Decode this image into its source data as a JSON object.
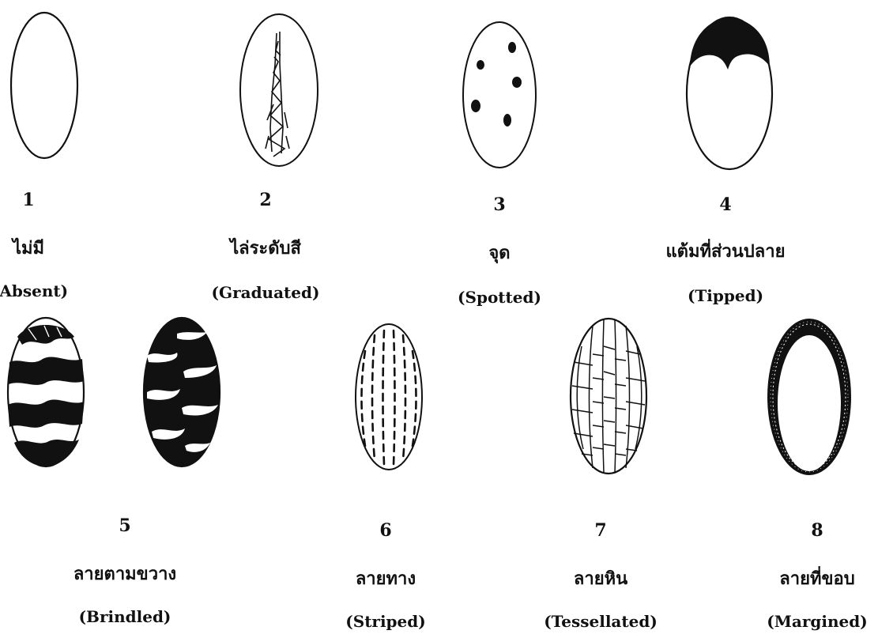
{
  "items": [
    {
      "number": "1",
      "thai": "ไม่มี",
      "english": "(Absent)"
    },
    {
      "number": "2",
      "thai": "ไล่ระดับสี",
      "english": "(Graduated)"
    },
    {
      "number": "3",
      "thai": "จุด",
      "english": "(Spotted)"
    },
    {
      "number": "4",
      "thai": "แต้มที่ส่วนปลาย",
      "english": "(Tipped)"
    },
    {
      "number": "5",
      "thai": "ลายตามขวาง",
      "english": "(Brindled)"
    },
    {
      "number": "6",
      "thai": "ลายทาง",
      "english": "(Striped)"
    },
    {
      "number": "7",
      "thai": "ลายหิน",
      "english": "(Tessellated)"
    },
    {
      "number": "8",
      "thai": "ลายที่ขอบ",
      "english": "(Margined)"
    }
  ],
  "colors": {
    "ink": "#111111",
    "background": "#ffffff"
  }
}
